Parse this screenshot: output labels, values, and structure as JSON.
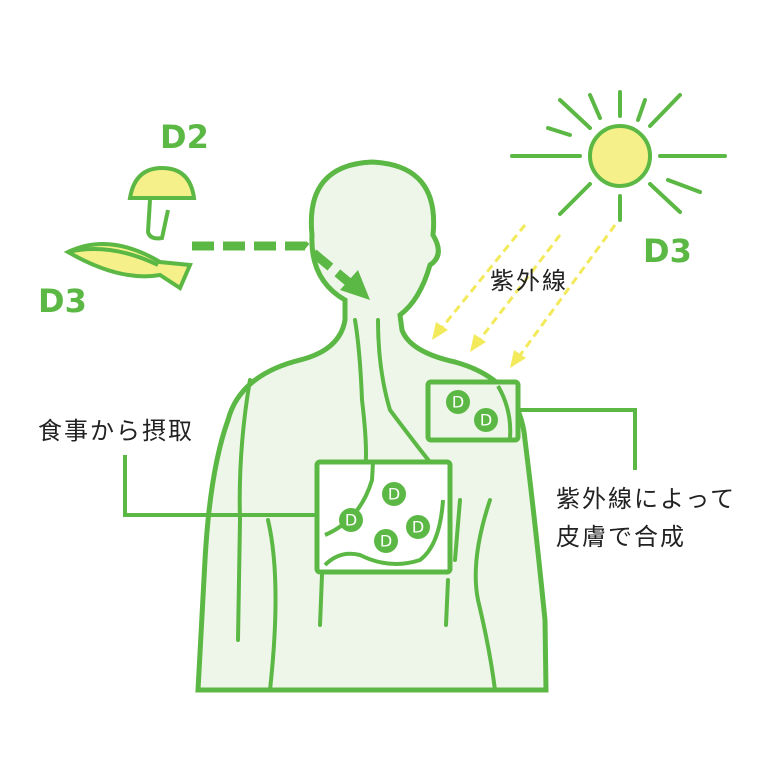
{
  "labels": {
    "mushroom_vitamin": "D2",
    "fish_vitamin": "D3",
    "sun_vitamin": "D3",
    "uv": "紫外線",
    "diet": "食事から摂取",
    "skin_line1": "紫外線によって",
    "skin_line2": "皮膚で合成",
    "d_marker": "D"
  },
  "colors": {
    "green": "#5cb844",
    "light_fill": "#eef6ea",
    "yellow": "#f5f08a",
    "arrow_yellow": "#f2ea5a"
  }
}
